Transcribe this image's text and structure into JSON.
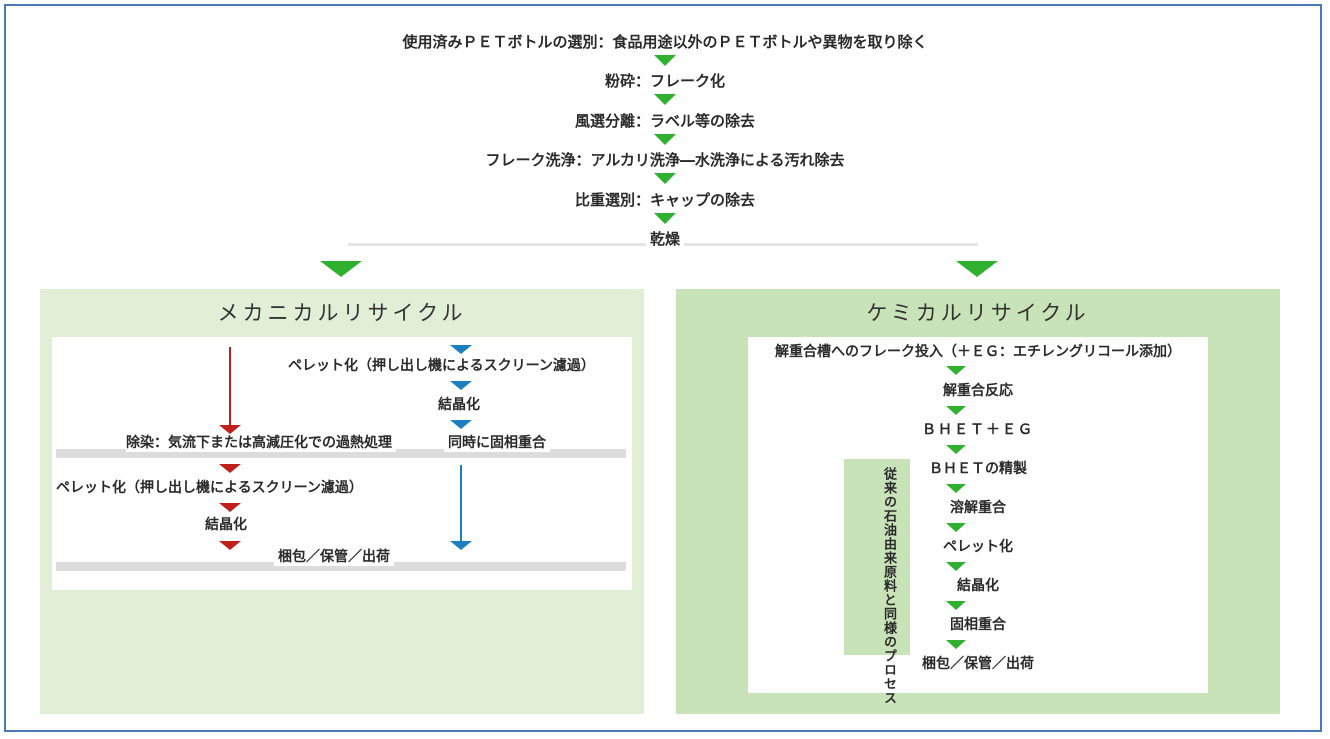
{
  "steps": [
    "使用済みＰＥＴボトルの選別：食品用途以外のＰＥＴボトルや異物を取り除く",
    "粉砕：フレーク化",
    "風選分離：ラベル等の除去",
    "フレーク洗浄：アルカリ洗浄―水洗浄による汚れ除去",
    "比重選別：キャップの除去",
    "乾燥"
  ],
  "mechanical": {
    "title": "メカニカルリサイクル",
    "blue_pellet": "ペレット化（押し出し機によるスクリーン濾過）",
    "blue_crystal": "結晶化",
    "decontam": "除染：気流下または高減圧化での過熱処理",
    "solid_state": "同時に固相重合",
    "red_pellet": "ペレット化（押し出し機によるスクリーン濾過）",
    "red_crystal": "結晶化",
    "final": "梱包／保管／出荷"
  },
  "chemical": {
    "title": "ケミカルリサイクル",
    "steps": [
      "解重合槽へのフレーク投入（＋ＥＧ：エチレングリコール添加）",
      "解重合反応",
      "ＢＨＥＴ＋ＥＧ",
      "ＢＨＥＴの精製",
      "溶解重合",
      "ペレット化",
      "結晶化",
      "固相重合",
      "梱包／保管／出荷"
    ],
    "side_note": "従来の石油由来原料と同様のプロセス"
  },
  "colors": {
    "green_arrow": "#2fb12f",
    "red_arrow": "#c0201c",
    "blue_arrow": "#1b7fc0",
    "mech_panel": "#e2efd7",
    "chem_panel": "#c8e3b8",
    "frame": "#4a78b8"
  }
}
